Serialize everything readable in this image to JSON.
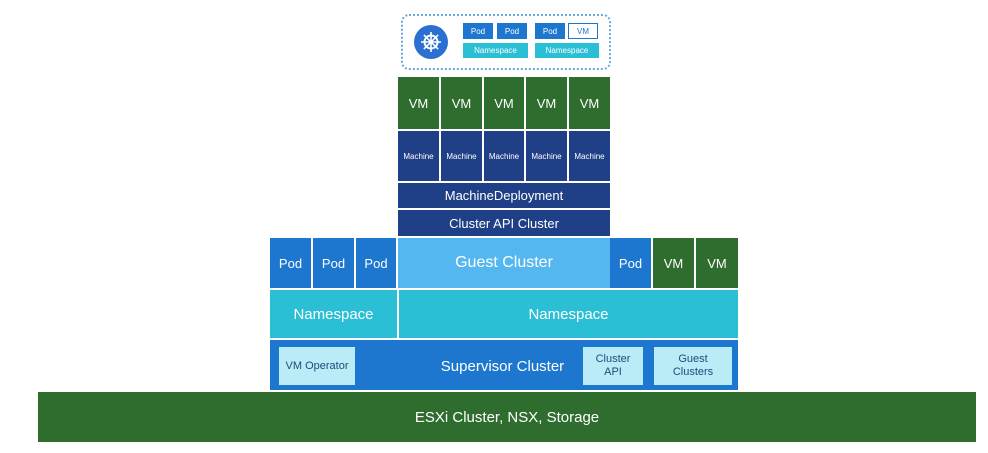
{
  "top_group": {
    "icon": "kubernetes-helm-icon",
    "pods": [
      "Pod",
      "Pod",
      "Pod"
    ],
    "vm": "VM",
    "namespaces": [
      "Namespace",
      "Namespace"
    ]
  },
  "stack": {
    "vms": [
      "VM",
      "VM",
      "VM",
      "VM",
      "VM"
    ],
    "machines": [
      "Machine",
      "Machine",
      "Machine",
      "Machine",
      "Machine"
    ],
    "machine_deployment": "MachineDeployment",
    "cluster_api_cluster": "Cluster API Cluster"
  },
  "guest_row": {
    "left_pods": [
      "Pod",
      "Pod",
      "Pod"
    ],
    "guest_cluster": "Guest Cluster",
    "right_pod": "Pod",
    "right_vms": [
      "VM",
      "VM"
    ]
  },
  "namespace_row": {
    "left": "Namespace",
    "right": "Namespace"
  },
  "supervisor_row": {
    "vm_operator": "VM Operator",
    "supervisor_cluster": "Supervisor Cluster",
    "cluster_api": "Cluster API",
    "guest_clusters": "Guest Clusters"
  },
  "base": {
    "label": "ESXi Cluster, NSX, Storage"
  },
  "colors": {
    "green": "#2f6d2f",
    "navy": "#1f3f86",
    "blue": "#1e77cf",
    "cyan": "#2bbfd6",
    "light_blue": "#54b7ef",
    "pale_cyan": "#b9ecf6"
  }
}
